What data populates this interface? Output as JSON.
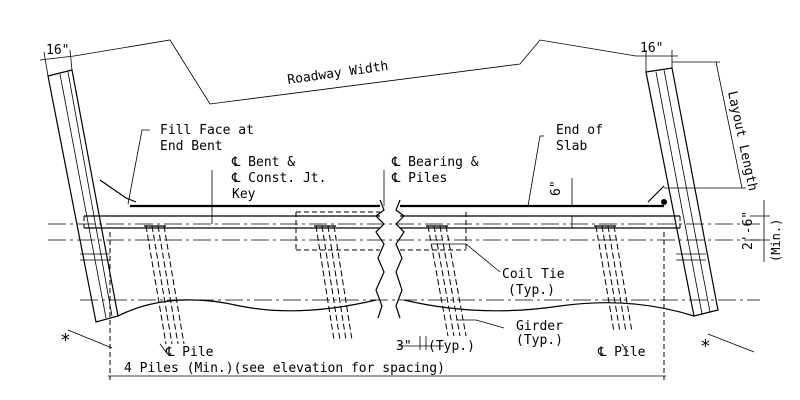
{
  "labels": {
    "dim_16_left": "16\"",
    "dim_16_right": "16\"",
    "roadway_width": "Roadway Width",
    "layout_length": "Layout\nLength",
    "fill_face": [
      "Fill Face at",
      "End Bent"
    ],
    "end_of_slab": [
      "End of",
      "Slab"
    ],
    "bent_const": [
      "℄ Bent &",
      "℄ Const. Jt.",
      "Key"
    ],
    "bearing_piles": [
      "℄ Bearing &",
      "℄ Piles"
    ],
    "dim_6": "6\"",
    "dim_2_6": "2'-6\"",
    "min": "(Min.)",
    "coil_tie": [
      "Coil Tie",
      "(Typ.)"
    ],
    "girder": [
      "Girder",
      "(Typ.)"
    ],
    "dim_3": "3\"",
    "typ": "(Typ.)",
    "pile_left": "℄ Pile",
    "pile_right": "℄ Pile",
    "piles_min": "4 Piles (Min.)(see elevation for spacing)",
    "asterisk_left": "*",
    "asterisk_right": "*"
  }
}
